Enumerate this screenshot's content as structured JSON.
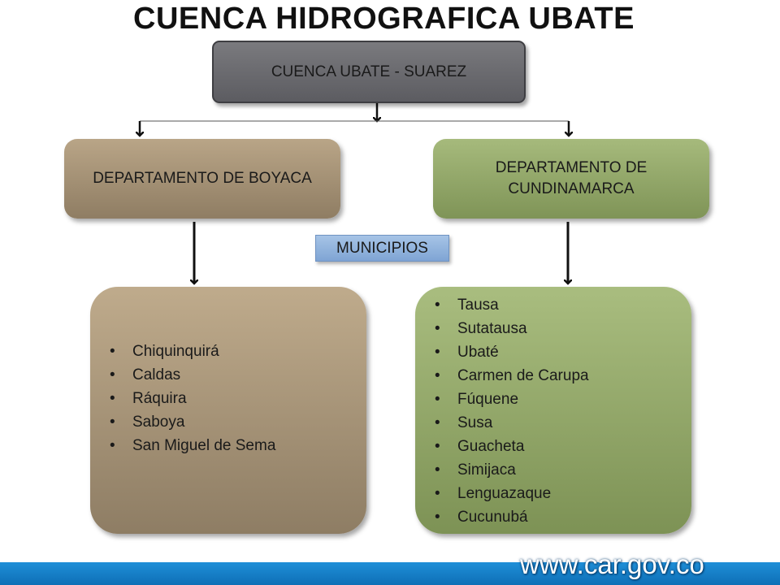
{
  "title": "CUENCA HIDROGRAFICA UBATE",
  "root": {
    "label": "CUENCA UBATE - SUAREZ"
  },
  "departments": {
    "left": {
      "label": "DEPARTAMENTO DE BOYACA"
    },
    "right": {
      "label": "DEPARTAMENTO DE CUNDINAMARCA"
    }
  },
  "municipios_label": "MUNICIPIOS",
  "municipalities": {
    "boyaca": [
      "Chiquinquirá",
      "Caldas",
      "Ráquira",
      "Saboya",
      "San Miguel de Sema"
    ],
    "cundinamarca": [
      "Tausa",
      "Sutatausa",
      "Ubaté",
      "Carmen de Carupa",
      "Fúquene",
      "Susa",
      "Guacheta",
      "Simijaca",
      "Lenguazaque",
      "Cucunubá"
    ]
  },
  "footer": {
    "url": "www.car.gov.co"
  },
  "colors": {
    "root": "#6b6b70",
    "boyaca": "#a89579",
    "cundinamarca": "#93a868",
    "municipios_tag": "#93b4df",
    "footer_bar": "#1680c8"
  }
}
